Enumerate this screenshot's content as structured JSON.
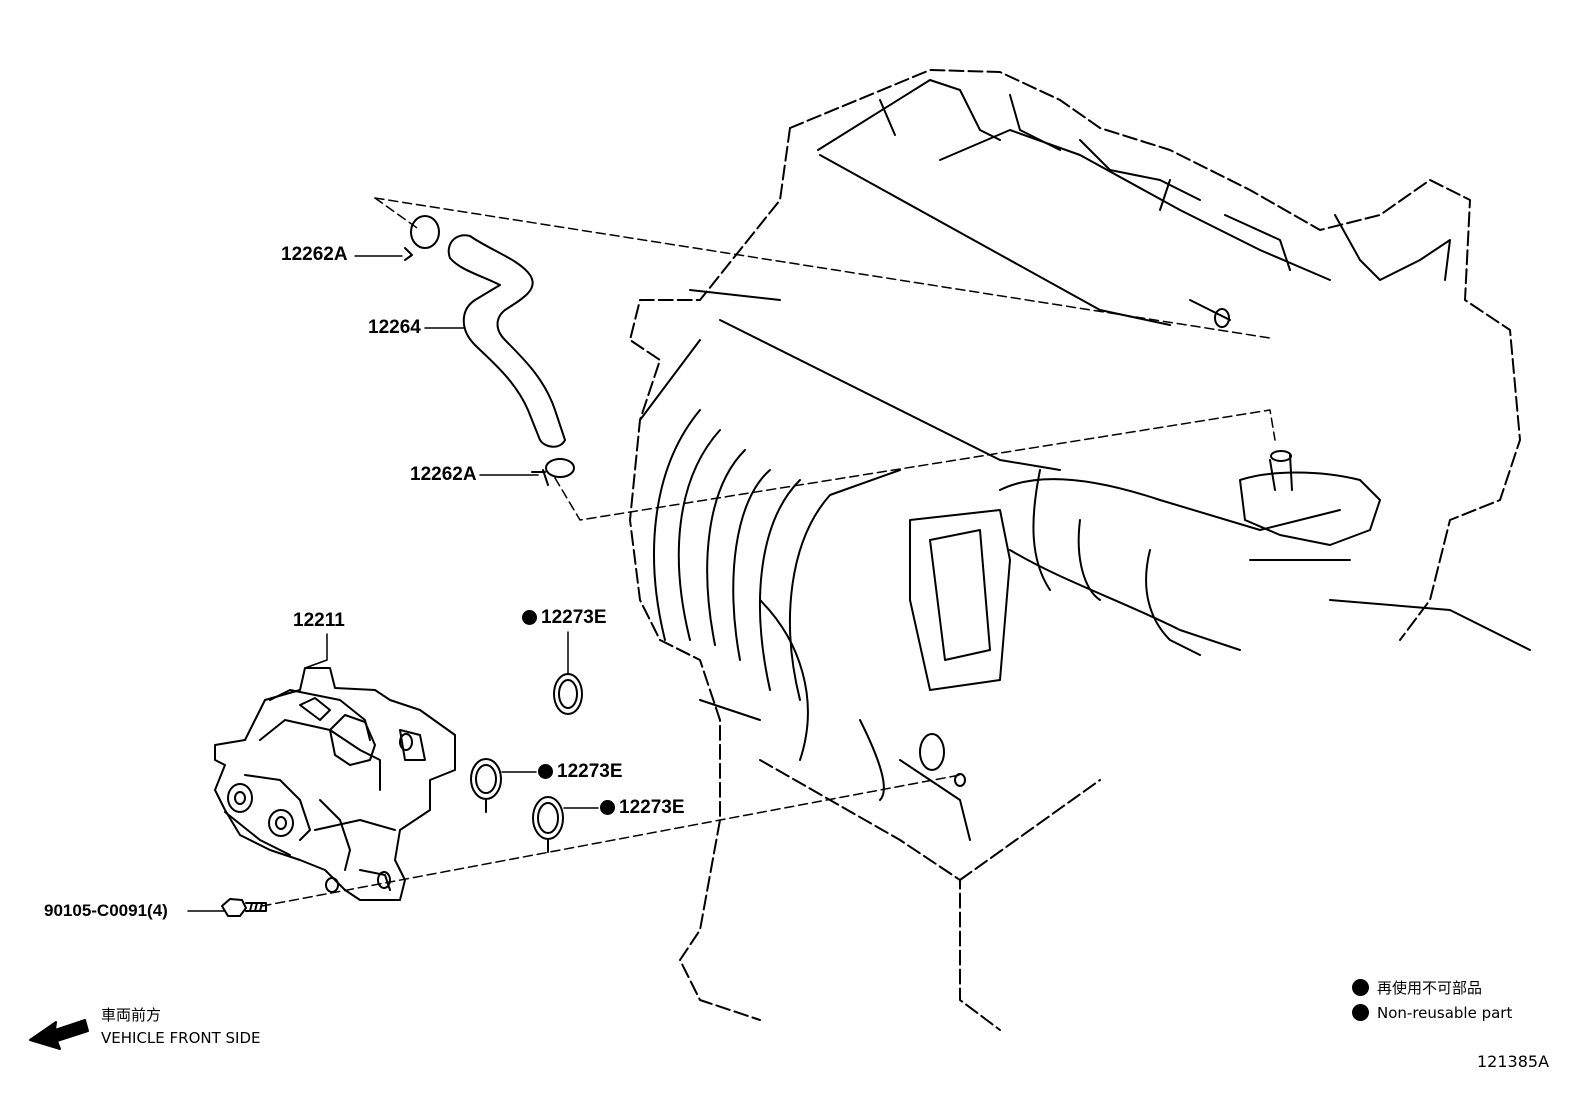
{
  "callouts": {
    "clip_top": "12262A",
    "hose": "12264",
    "clip_bottom": "12262A",
    "separator": "12211",
    "gasket_a": "12273E",
    "gasket_b": "12273E",
    "gasket_c": "12273E",
    "bolt": "90105-C0091(4)"
  },
  "direction": {
    "label_jp": "車両前方",
    "label_en": "VEHICLE FRONT SIDE"
  },
  "legend": {
    "jp": "再使用不可部品",
    "en": "Non-reusable part"
  },
  "figure_id": "121385A",
  "colors": {
    "line": "#000000",
    "background": "#ffffff"
  },
  "icons": [
    "arrow-left-icon",
    "non-reusable-dot-icon"
  ]
}
